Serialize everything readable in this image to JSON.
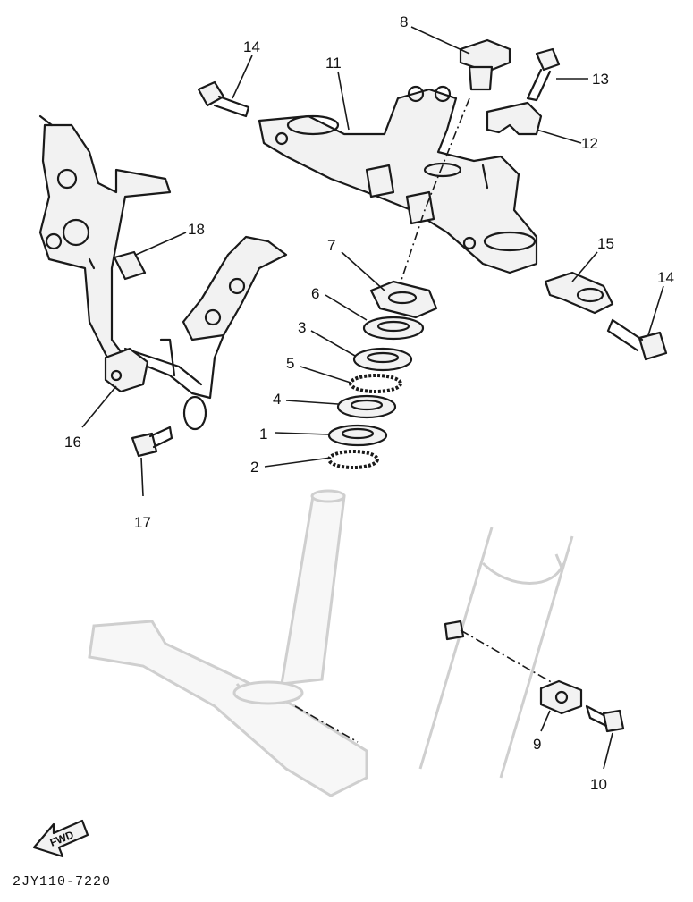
{
  "diagram": {
    "callouts": [
      {
        "id": "c1",
        "label": "1"
      },
      {
        "id": "c2",
        "label": "2"
      },
      {
        "id": "c3",
        "label": "3"
      },
      {
        "id": "c4",
        "label": "4"
      },
      {
        "id": "c5",
        "label": "5"
      },
      {
        "id": "c6",
        "label": "6"
      },
      {
        "id": "c7",
        "label": "7"
      },
      {
        "id": "c8",
        "label": "8"
      },
      {
        "id": "c9",
        "label": "9"
      },
      {
        "id": "c10",
        "label": "10"
      },
      {
        "id": "c11",
        "label": "11"
      },
      {
        "id": "c12",
        "label": "12"
      },
      {
        "id": "c13",
        "label": "13"
      },
      {
        "id": "c14a",
        "label": "14"
      },
      {
        "id": "c14b",
        "label": "14"
      },
      {
        "id": "c15",
        "label": "15"
      },
      {
        "id": "c16",
        "label": "16"
      },
      {
        "id": "c17",
        "label": "17"
      },
      {
        "id": "c18",
        "label": "18"
      }
    ],
    "fwd_label": "FWD",
    "diagram_code": "2JY110-7220"
  }
}
